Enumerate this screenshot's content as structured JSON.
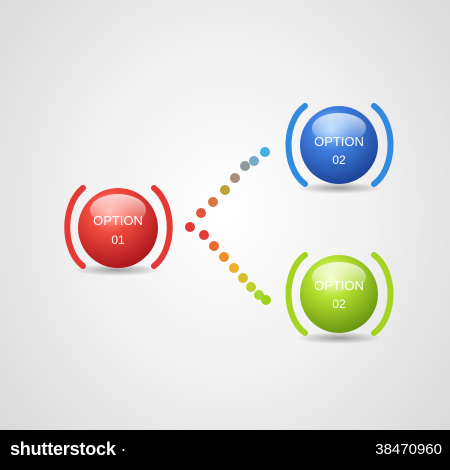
{
  "diagram": {
    "nodes": [
      {
        "id": "option-01",
        "line1": "OPTION",
        "line2": "01",
        "color": "#e8262b",
        "light": "#ff8a80",
        "dark": "#9e0d12"
      },
      {
        "id": "option-02-blue",
        "line1": "OPTION",
        "line2": "02",
        "color": "#2f6fd0",
        "light": "#8ec7ff",
        "dark": "#173f8c"
      },
      {
        "id": "option-02-green",
        "line1": "OPTION",
        "line2": "02",
        "color": "#9bd11e",
        "light": "#e9ff8c",
        "dark": "#5f8e0c"
      }
    ],
    "connector_colors": [
      "#e53935",
      "#e2553c",
      "#d9753f",
      "#b9a33a",
      "#a88d7a",
      "#8f9a9f",
      "#77a9c8",
      "#3fb1e3"
    ],
    "connector_colors_lower": [
      "#e53935",
      "#e96a2c",
      "#ee8f2a",
      "#f1ad2b",
      "#d7bf2c",
      "#bfcf2c",
      "#a6d92d",
      "#9bd11e"
    ]
  },
  "footer": {
    "brand_bold": "shutterstock",
    "brand_suffix": " ·",
    "stock_id": "38470960"
  }
}
